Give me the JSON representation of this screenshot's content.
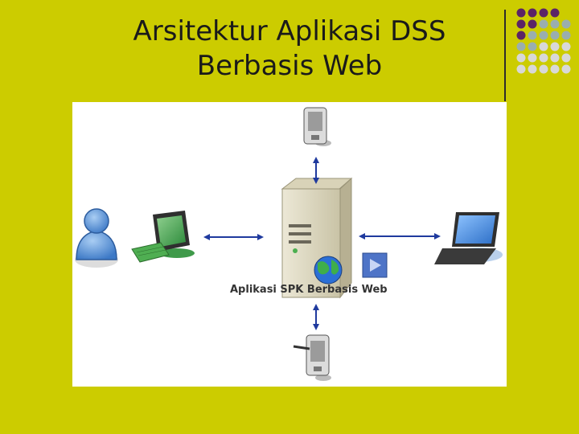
{
  "slide": {
    "title_line1": "Arsitektur Aplikasi DSS",
    "title_line2": "Berbasis Web"
  },
  "diagram": {
    "server_label": "Aplikasi SPK Berbasis Web",
    "nodes": [
      "user-icon",
      "desktop-computer-icon",
      "web-server-icon",
      "pda-top-icon",
      "laptop-icon",
      "pda-bottom-icon"
    ]
  },
  "colors": {
    "background": "#cccc00",
    "dot_purple": "#5b2366",
    "dot_gray": "#9aaeae",
    "dot_light": "#d8d8d8",
    "arrow": "#1f3a9e"
  }
}
